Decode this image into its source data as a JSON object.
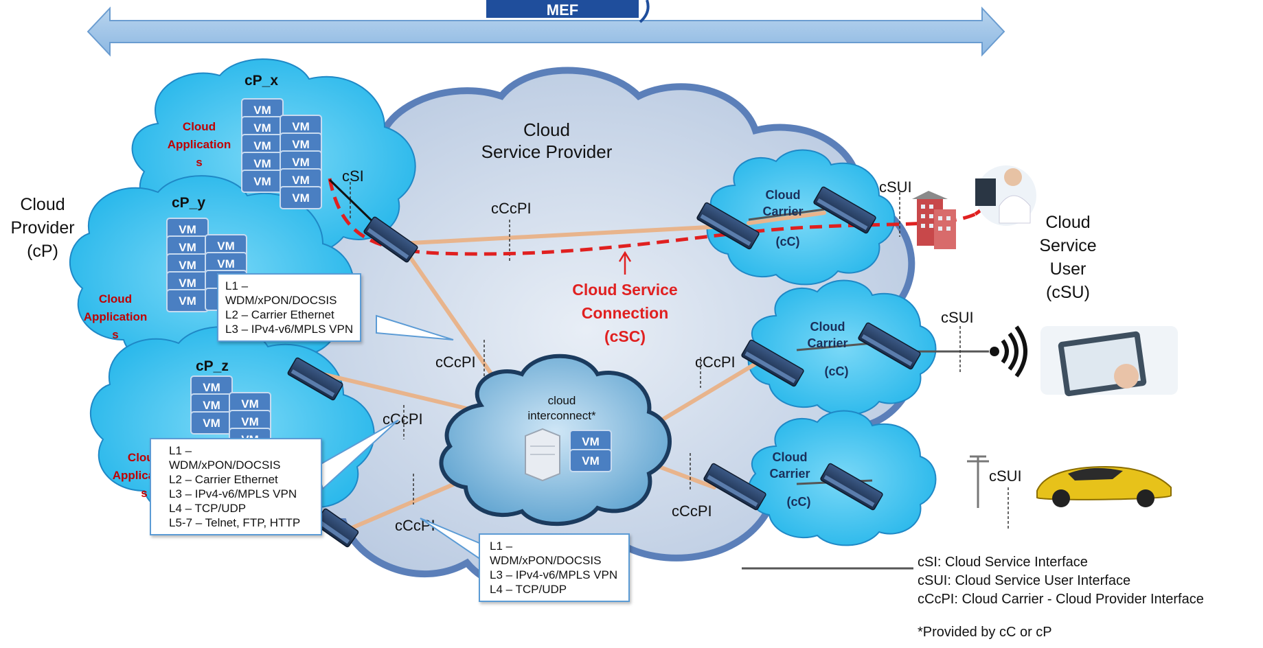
{
  "banner": {
    "logo_text": "MEF"
  },
  "labels": {
    "cloud_provider": [
      "Cloud",
      "Provider",
      "(cP)"
    ],
    "cloud_service_provider": [
      "Cloud",
      "Service Provider"
    ],
    "cloud_service_user": [
      "Cloud",
      "Service",
      "User",
      "(cSU)"
    ],
    "csc": [
      "Cloud Service",
      "Connection",
      "(cSC)"
    ],
    "csi": "cSI",
    "csui": "cSUI",
    "ccpi": "cCcPI",
    "cloud_interconnect": [
      "cloud",
      "interconnect*"
    ]
  },
  "provider_clouds": [
    {
      "name": "cP_x",
      "app": [
        "Cloud",
        "Application",
        "s"
      ]
    },
    {
      "name": "cP_y",
      "app": [
        "Cloud",
        "Application",
        "s"
      ]
    },
    {
      "name": "cP_z",
      "app": [
        "Cloud",
        "Application",
        "s"
      ]
    }
  ],
  "vm_label": "VM",
  "carrier": {
    "title": [
      "Cloud",
      "Carrier"
    ],
    "abbr": "(cC)"
  },
  "callouts": [
    {
      "lines": [
        "L1 –",
        "WDM/xPON/DOCSIS",
        "L2 – Carrier Ethernet",
        "L3 – IPv4-v6/MPLS VPN"
      ]
    },
    {
      "lines": [
        "L1 –",
        "WDM/xPON/DOCSIS",
        "L2 – Carrier Ethernet",
        "L3 – IPv4-v6/MPLS VPN",
        "L4 – TCP/UDP",
        "L5-7 – Telnet, FTP, HTTP"
      ]
    },
    {
      "lines": [
        "L1 –",
        "WDM/xPON/DOCSIS",
        "L3 – IPv4-v6/MPLS VPN",
        "L4 – TCP/UDP"
      ]
    }
  ],
  "legend": [
    "cSI: Cloud Service Interface",
    "cSUI: Cloud Service User Interface",
    "cCcPI: Cloud Carrier - Cloud Provider Interface"
  ],
  "footnote": "*Provided by cC or cP",
  "colors": {
    "banner": "#9dc3e6",
    "outer_cloud": "#c5d4e8",
    "outer_cloud_border": "#5b7fb9",
    "provider_cloud": "#3ec6f2",
    "carrier_cloud": "#3ec6f2",
    "connection": "#e02020",
    "link": "#e8b48c",
    "app_text": "#c00000",
    "vm": "#4a7fc2"
  }
}
